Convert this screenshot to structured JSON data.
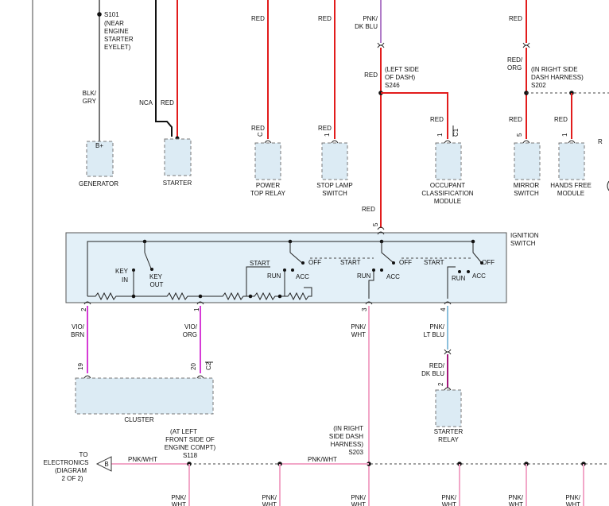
{
  "splices": {
    "s101": {
      "id": "S101",
      "note": [
        "(NEAR",
        "ENGINE",
        "STARTER",
        "EYELET)"
      ]
    },
    "s246": {
      "id": "S246",
      "note": [
        "(LEFT SIDE",
        "OF DASH)"
      ]
    },
    "s202": {
      "id": "S202",
      "note": [
        "(IN RIGHT SIDE",
        "DASH HARNESS)"
      ]
    },
    "s203": {
      "id": "S203",
      "note": [
        "(IN RIGHT",
        "SIDE DASH",
        "HARNESS)"
      ]
    },
    "s118": {
      "id": "S118",
      "note": [
        "(AT LEFT",
        "FRONT SIDE OF",
        "ENGINE COMPT)"
      ]
    }
  },
  "wires": {
    "blk_gry": [
      "BLK/",
      "GRY"
    ],
    "nca": "NCA",
    "red": "RED",
    "pnk_dk_blu": [
      "PNK/",
      "DK BLU"
    ],
    "red_org": [
      "RED/",
      "ORG"
    ],
    "vio_brn": [
      "VIO/",
      "BRN"
    ],
    "vio_org": [
      "VIO/",
      "ORG"
    ],
    "pnk_wht": [
      "PNK/",
      "WHT"
    ],
    "pnk_wht_inline": "PNK/WHT",
    "pnk_lt_blu": [
      "PNK/",
      "LT BLU"
    ],
    "red_dk_blu": [
      "RED/",
      "DK BLU"
    ],
    "edge_r": "R"
  },
  "components": {
    "generator": {
      "name": "GENERATOR",
      "pin": "B+"
    },
    "starter": {
      "name": "STARTER"
    },
    "power_top_relay": {
      "name": [
        "POWER",
        "TOP RELAY"
      ],
      "pin": "C"
    },
    "stop_lamp_switch": {
      "name": [
        "STOP LAMP",
        "SWITCH"
      ],
      "pin": "1"
    },
    "occupant_module": {
      "name": [
        "OCCUPANT",
        "CLASSIFICATION",
        "MODULE"
      ],
      "pin": "1",
      "conn": "C1"
    },
    "mirror_switch": {
      "name": [
        "MIRROR",
        "SWITCH"
      ],
      "pin": "5"
    },
    "hands_free": {
      "name": [
        "HANDS FREE",
        "MODULE"
      ],
      "pin": "1"
    },
    "cluster": {
      "name": "CLUSTER",
      "pins": [
        "19",
        "20"
      ],
      "conn": "C2"
    },
    "starter_relay": {
      "name": [
        "STARTER",
        "RELAY"
      ],
      "pin": "2"
    }
  },
  "ignition_switch": {
    "name": [
      "IGNITION",
      "SWITCH"
    ],
    "pins": {
      "top": "5",
      "p2": "2",
      "p1": "1",
      "p3": "3",
      "p4": "4"
    },
    "key_in": [
      "KEY",
      "IN"
    ],
    "key_out": [
      "KEY",
      "OUT"
    ],
    "positions": {
      "start": "START",
      "run": "RUN",
      "off": "OFF",
      "acc": "ACC"
    }
  },
  "connector_b": {
    "letter": "B",
    "label": [
      "TO",
      "ELECTRONICS",
      "(DIAGRAM",
      "2 OF 2)"
    ]
  },
  "colors": {
    "red": "#e21c1c",
    "black": "#111111",
    "gray": "#777777",
    "purple": "#b07cc8",
    "pink": "#f2a7c8",
    "magenta": "#d63bd6",
    "lt_blue": "#8cc0dc",
    "component_fill": "#dcebf4"
  }
}
